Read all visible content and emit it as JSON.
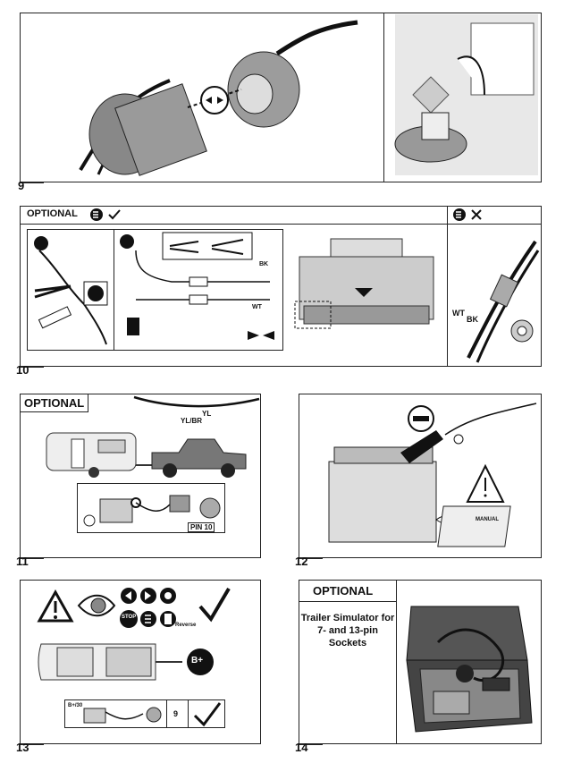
{
  "steps": {
    "s9": "9",
    "s10": "10",
    "s11": "11",
    "s12": "12",
    "s13": "13",
    "s14": "14"
  },
  "panel10": {
    "optional_label": "OPTIONAL",
    "wire_bk": "BK",
    "wire_wt": "WT",
    "wire_wt2": "WT",
    "wire_bk2": "BK"
  },
  "panel11": {
    "optional_label": "OPTIONAL",
    "wire_yl": "YL",
    "wire_ylbr": "YL/BR",
    "pin_label": "PIN 10"
  },
  "panel12": {
    "manual_label": "MANUAL"
  },
  "panel13": {
    "stop_label": "STOP",
    "reverse_label": "Reverse",
    "bplus_label": "B+",
    "b30_label": "B+/30",
    "pin_number": "9"
  },
  "panel14": {
    "optional_label": "OPTIONAL",
    "simulator_title": "Trailer Simulator for 7- and 13-pin Sockets"
  }
}
